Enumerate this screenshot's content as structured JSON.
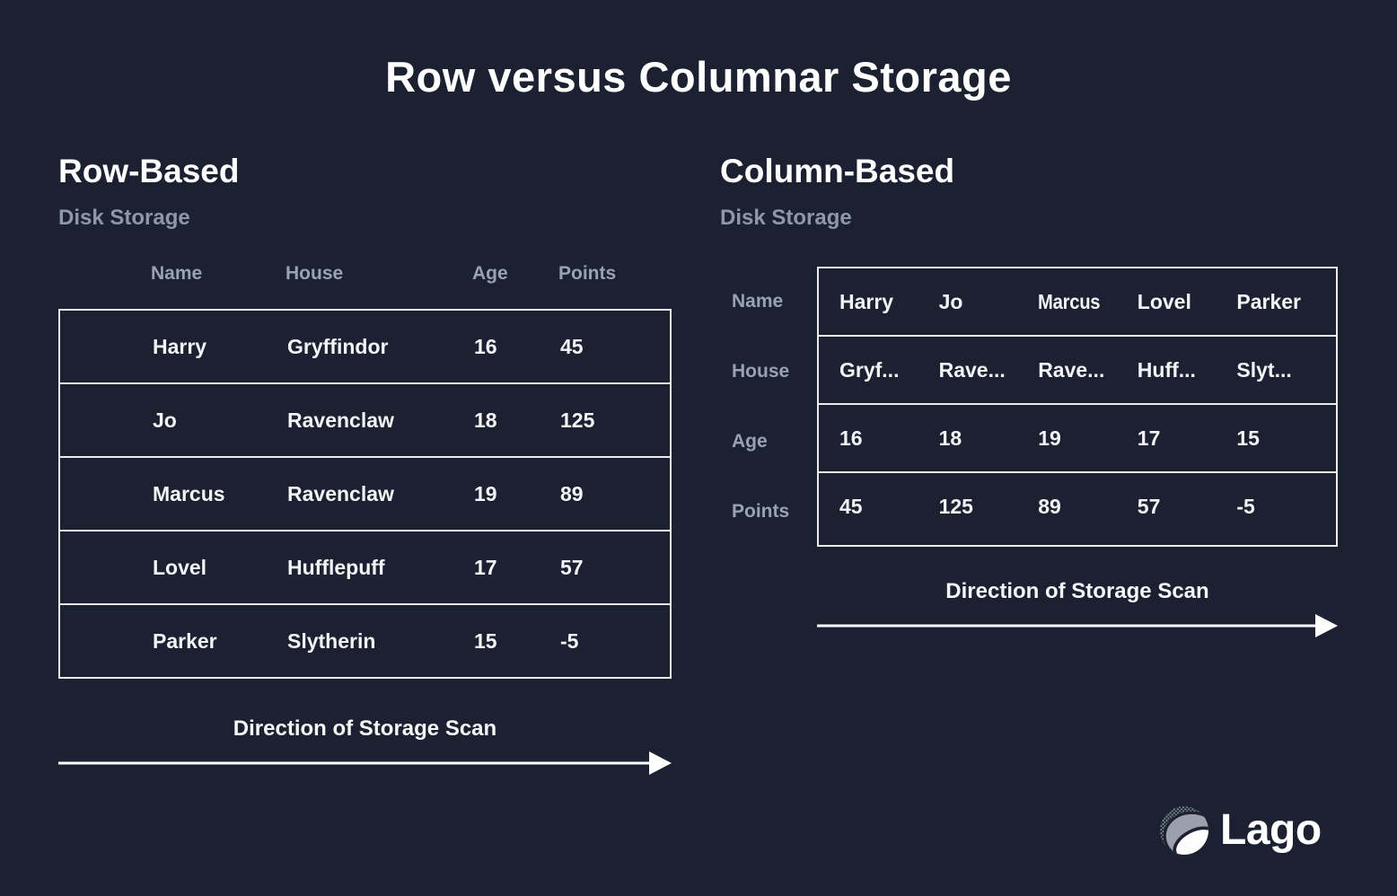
{
  "title": "Row versus Columnar Storage",
  "colors": {
    "background": "#1b2130",
    "text_primary": "#ffffff",
    "text_muted": "#99a2b2",
    "table_border": "#e9ebee"
  },
  "row_based": {
    "heading": "Row-Based",
    "subheading": "Disk Storage",
    "columns": [
      "Name",
      "House",
      "Age",
      "Points"
    ],
    "rows": [
      [
        "Harry",
        "Gryffindor",
        "16",
        "45"
      ],
      [
        "Jo",
        "Ravenclaw",
        "18",
        "125"
      ],
      [
        "Marcus",
        "Ravenclaw",
        "19",
        "89"
      ],
      [
        "Lovel",
        "Hufflepuff",
        "17",
        "57"
      ],
      [
        "Parker",
        "Slytherin",
        "15",
        "-5"
      ]
    ],
    "scan_label": "Direction of Storage Scan"
  },
  "column_based": {
    "heading": "Column-Based",
    "subheading": "Disk Storage",
    "row_labels": [
      "Name",
      "House",
      "Age",
      "Points"
    ],
    "rows": [
      [
        "Harry",
        "Jo",
        "Marcus",
        "Lovel",
        "Parker"
      ],
      [
        "Gryf...",
        "Rave...",
        "Rave...",
        "Huff...",
        "Slyt..."
      ],
      [
        "16",
        "18",
        "19",
        "17",
        "15"
      ],
      [
        "45",
        "125",
        "89",
        "57",
        "-5"
      ]
    ],
    "scan_label": "Direction of Storage Scan"
  },
  "logo": {
    "text": "Lago"
  }
}
